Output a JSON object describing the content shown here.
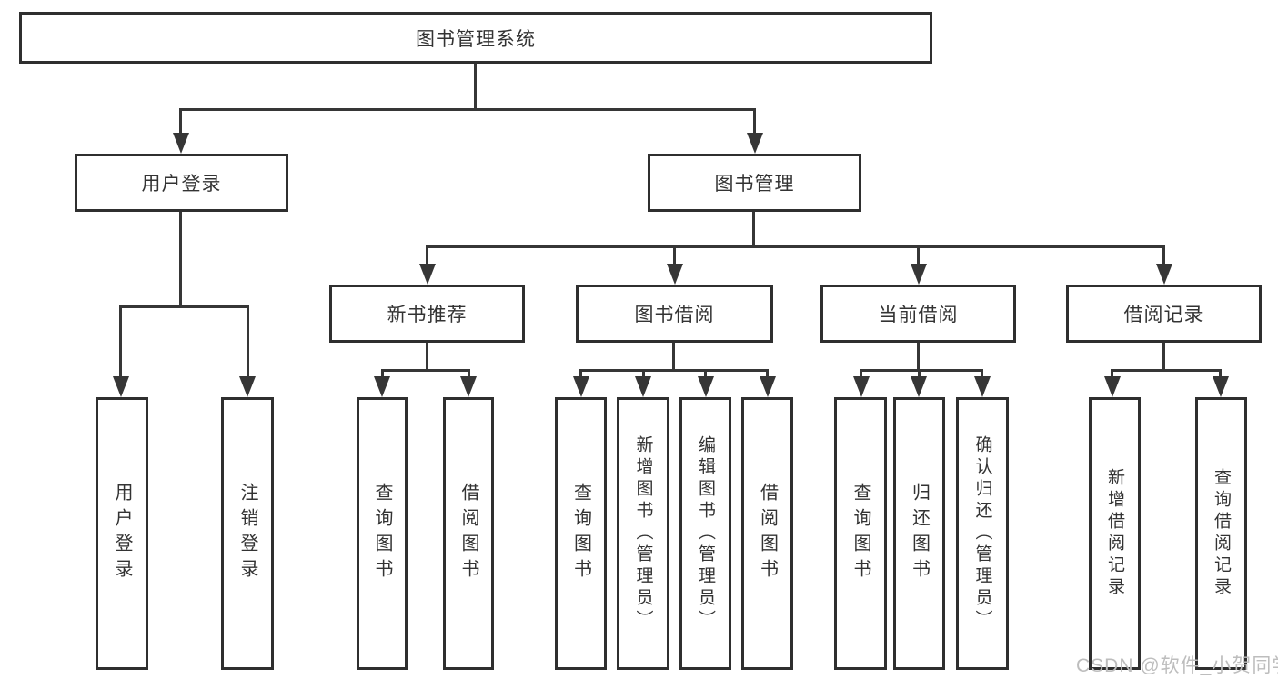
{
  "tree": {
    "root": "图书管理系统",
    "branches": [
      {
        "label": "用户登录",
        "children": [
          "用户登录",
          "注销登录"
        ]
      },
      {
        "label": "图书管理",
        "groups": [
          {
            "label": "新书推荐",
            "children": [
              "查询图书",
              "借阅图书"
            ]
          },
          {
            "label": "图书借阅",
            "children": [
              "查询图书",
              "新增图书（管理员）",
              "编辑图书（管理员）",
              "借阅图书"
            ]
          },
          {
            "label": "当前借阅",
            "children": [
              "查询图书",
              "归还图书",
              "确认归还（管理员）"
            ]
          },
          {
            "label": "借阅记录",
            "children": [
              "新增借阅记录",
              "查询借阅记录"
            ]
          }
        ]
      }
    ]
  },
  "watermark": "CSDN @软件_小贺同学",
  "colors": {
    "line": "#363636",
    "box_border": "#2f2f2f",
    "text": "#333333",
    "watermark_text": "#bdbdbd",
    "background": "#ffffff"
  }
}
